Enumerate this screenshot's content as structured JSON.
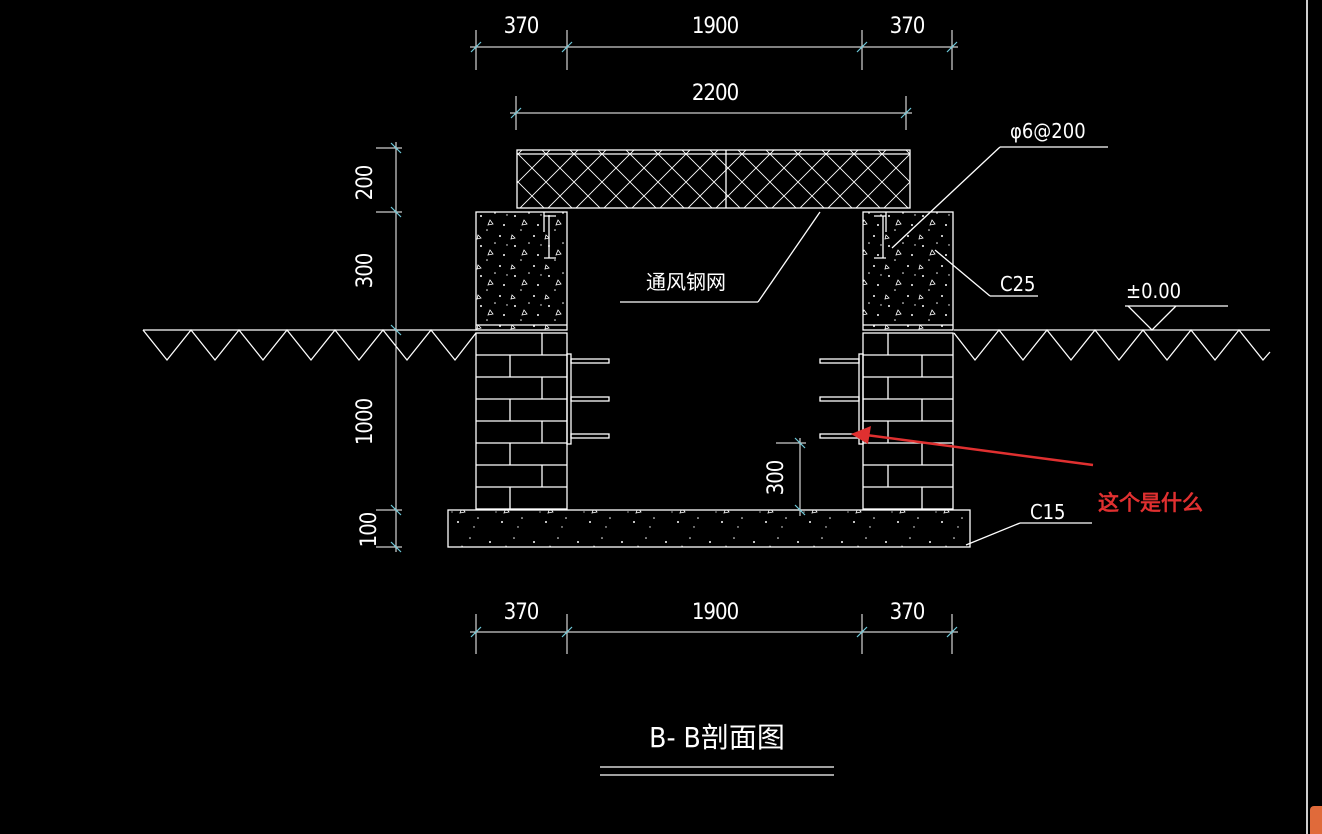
{
  "drawing": {
    "title": "B- B剖面图",
    "dims_top": [
      "370",
      "1900",
      "370"
    ],
    "dims_bottom": [
      "370",
      "1900",
      "370"
    ],
    "dim_cover_width": "2200",
    "dims_left": [
      "200",
      "300",
      "1000",
      "100"
    ],
    "dim_step": "300",
    "label_rebar": "φ6@200",
    "label_mesh": "通风钢网",
    "label_c25": "C25",
    "label_c15": "C15",
    "label_level": "±0.00",
    "annotation": "这个是什么",
    "annotation_color": "#e03030",
    "background": "#000000",
    "line_color": "#ffffff",
    "tick_color": "#6ec8d8"
  }
}
